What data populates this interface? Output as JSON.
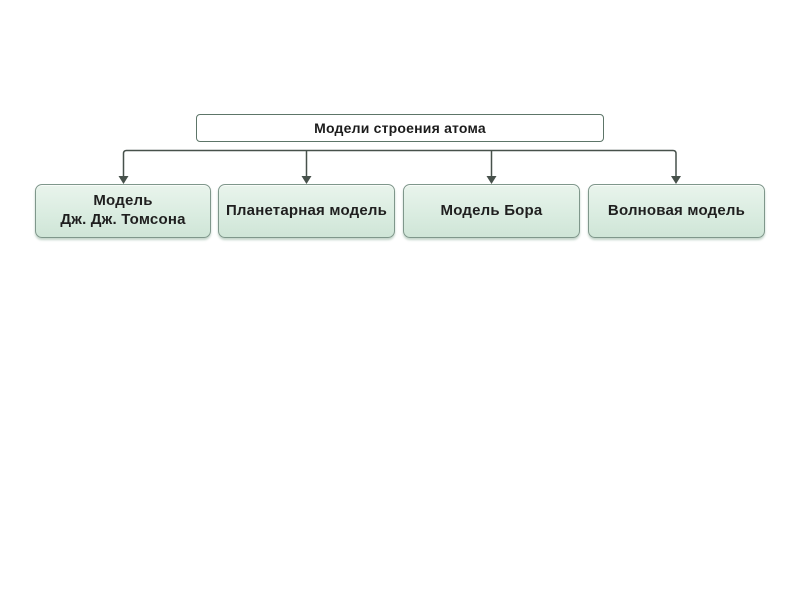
{
  "diagram": {
    "type": "tree",
    "title_box": {
      "label": "Модели строения атома"
    },
    "model_boxes": [
      {
        "label": "Модель\nДж. Дж. Томсона"
      },
      {
        "label": "Планетарная модель"
      },
      {
        "label": "Модель Бора"
      },
      {
        "label": "Волновая модель"
      }
    ],
    "colors": {
      "background": "#ffffff",
      "root_box_fill": "#ffffff",
      "root_box_border": "#5d7568",
      "child_box_fill_top": "#e9f4ec",
      "child_box_fill_bottom": "#cfe5d7",
      "child_box_border": "#7f978b",
      "connector_line": "#47514b",
      "text": "#1c1c1c"
    }
  }
}
